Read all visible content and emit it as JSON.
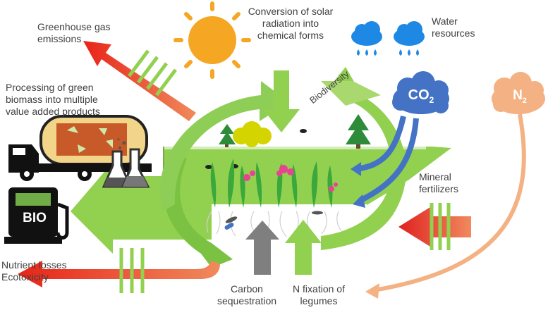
{
  "labels": {
    "solar": "Conversion of solar\nradiation into\nchemical forms",
    "water": "Water\nresources",
    "ghg": "Greenhouse gas\nemissions",
    "processing": "Processing of green\nbiomass into multiple\nvalue added products",
    "biodiversity": "Biodiversity",
    "mineral": "Mineral\nfertilizers",
    "nutrient": "Nutrient losses\nEcotoxicity",
    "carbon": "Carbon\nsequestration",
    "nfix": "N fixation of\nlegumes"
  },
  "badges": {
    "co2": "CO",
    "co2_sub": "2",
    "n2": "N",
    "n2_sub": "2",
    "bio": "BIO"
  },
  "colors": {
    "green": "#92d050",
    "dark_green": "#70ad47",
    "sun": "#f5a623",
    "water": "#1e88e5",
    "co2_cloud": "#4472c4",
    "n2_cloud": "#f4b183",
    "red": "#e02020",
    "gray": "#7f7f7f"
  }
}
